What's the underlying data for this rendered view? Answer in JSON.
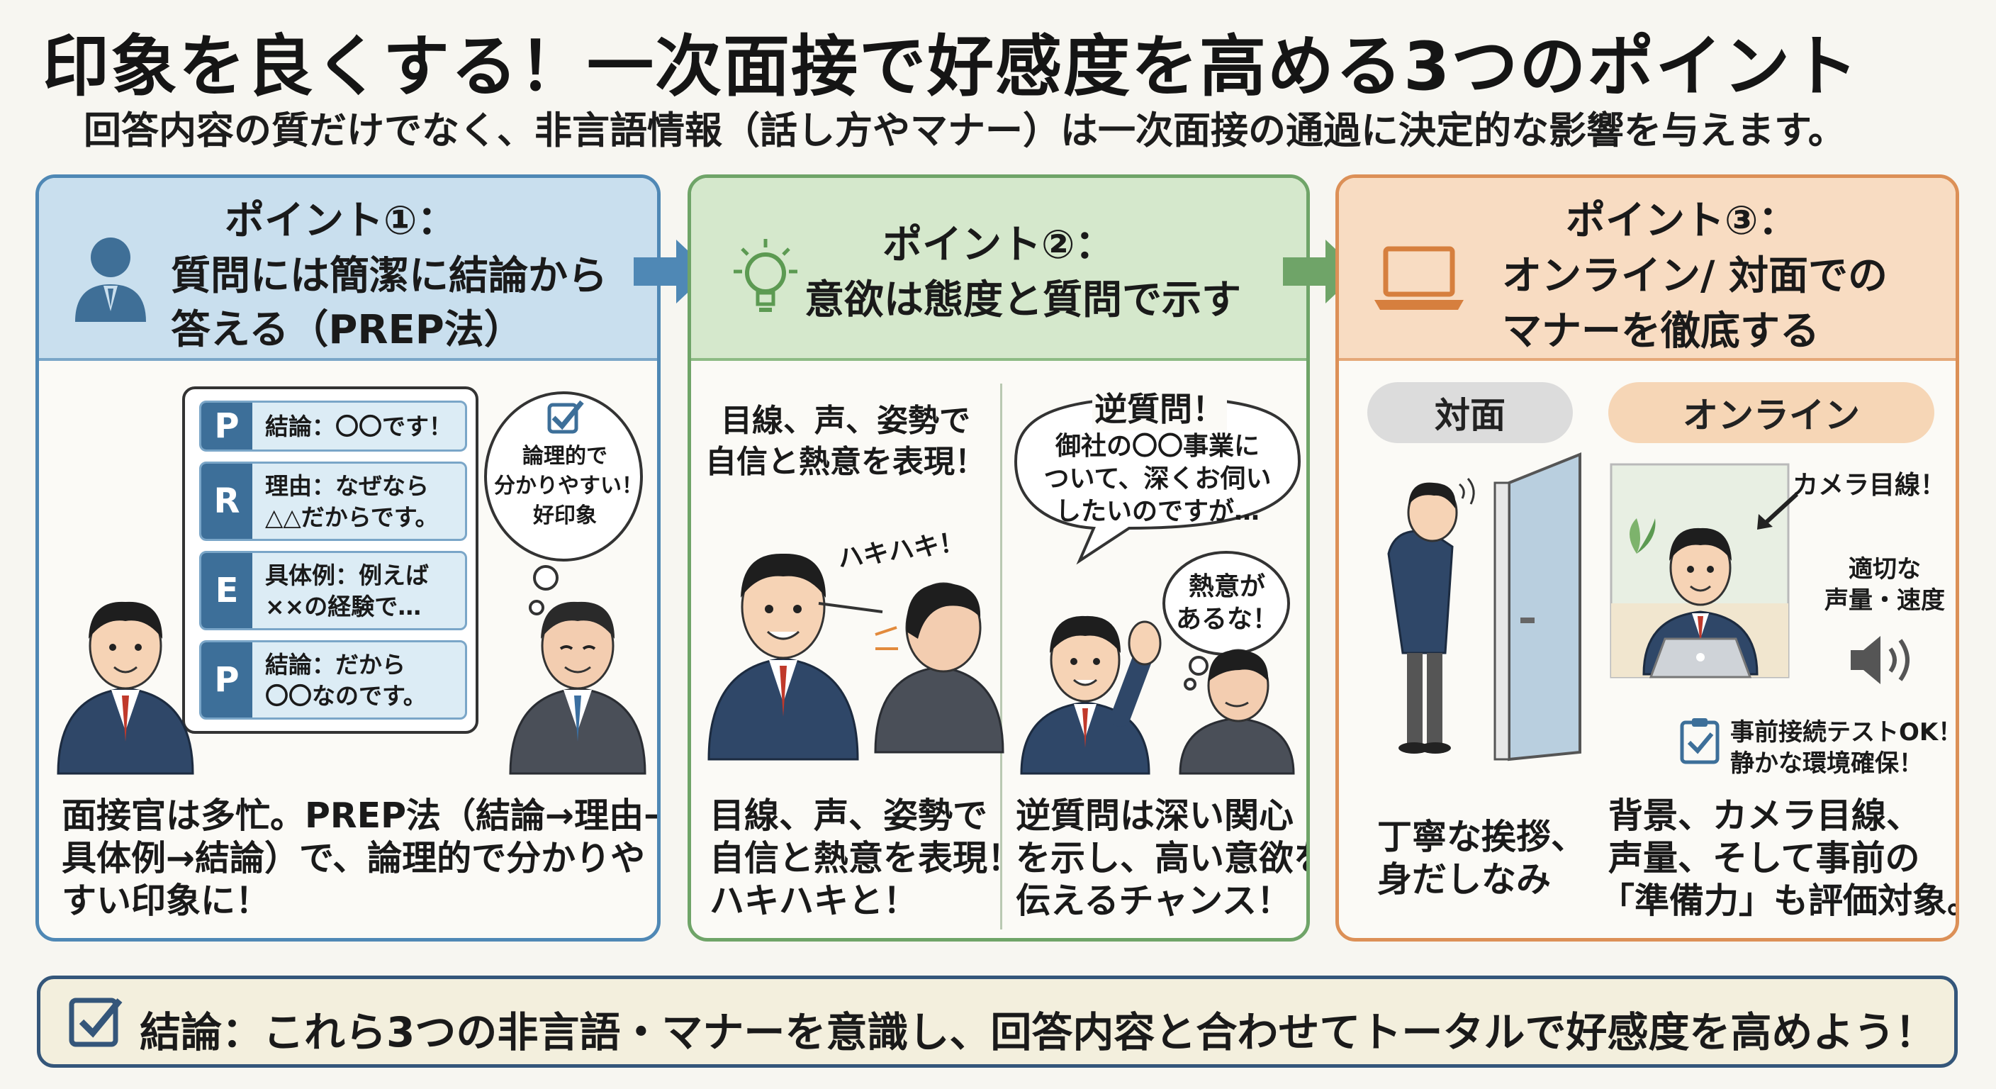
{
  "title": "印象を良くする！一次面接で好感度を高める3つのポイント",
  "subtitle": "回答内容の質だけでなく、非言語情報（話し方やマナー）は一次面接の通過に決定的な影響を与えます。",
  "points": [
    {
      "heading_lines": [
        "ポイント①：",
        "質問には簡潔に結論から",
        "答える（PREP法）"
      ],
      "icon": "interviewer-person-icon",
      "prep": [
        {
          "letter": "P",
          "lines": [
            "結論：〇〇です！"
          ]
        },
        {
          "letter": "R",
          "lines": [
            "理由：なぜなら",
            "△△だからです。"
          ]
        },
        {
          "letter": "E",
          "lines": [
            "具体例：例えば",
            "××の経験で…"
          ]
        },
        {
          "letter": "P",
          "lines": [
            "結論：だから",
            "〇〇なのです。"
          ]
        }
      ],
      "thought_lines": [
        "論理的で",
        "分かりやすい！",
        "好印象"
      ],
      "body_lines": [
        "面接官は多忙。PREP法（結論→理由→",
        "具体例→結論）で、論理的で分かりや",
        "すい印象に！"
      ]
    },
    {
      "heading_lines": [
        "ポイント②：",
        "意欲は態度と質問で示す"
      ],
      "icon": "lightbulb-icon",
      "left_caption_lines": [
        "目線、声、姿勢で",
        "自信と熱意を表現！"
      ],
      "hakihaki": "ハキハキ！",
      "reverse_title": "逆質問！",
      "reverse_lines": [
        "御社の〇〇事業に",
        "ついて、深くお伺い",
        "したいのですが…"
      ],
      "passion_lines": [
        "熱意が",
        "あるな！"
      ],
      "body_left_lines": [
        "目線、声、姿勢で",
        "自信と熱意を表現！",
        "ハキハキと！"
      ],
      "body_right_lines": [
        "逆質問は深い関心",
        "を示し、高い意欲を",
        "伝えるチャンス！"
      ]
    },
    {
      "heading_lines": [
        "ポイント③：",
        "オンライン/ 対面での",
        "マナーを徹底する"
      ],
      "icon": "laptop-icon",
      "face_label": "対面",
      "online_label": "オンライン",
      "camera_note": "カメラ目線！",
      "volume_lines": [
        "適切な",
        "声量・速度"
      ],
      "check_lines": [
        "事前接続テストOK！",
        "静かな環境確保！"
      ],
      "body_left_lines": [
        "丁寧な挨拶、",
        "身だしなみ"
      ],
      "body_right_lines": [
        "背景、カメラ目線、",
        "声量、そして事前の",
        "「準備力」も評価対象。"
      ]
    }
  ],
  "conclusion": "結論：これら3つの非言語・マナーを意識し、回答内容と合わせてトータルで好感度を高めよう！",
  "colors": {
    "blue": "#4f88b5",
    "green": "#6fa468",
    "orange": "#dc9057",
    "navy": "#34567a"
  }
}
